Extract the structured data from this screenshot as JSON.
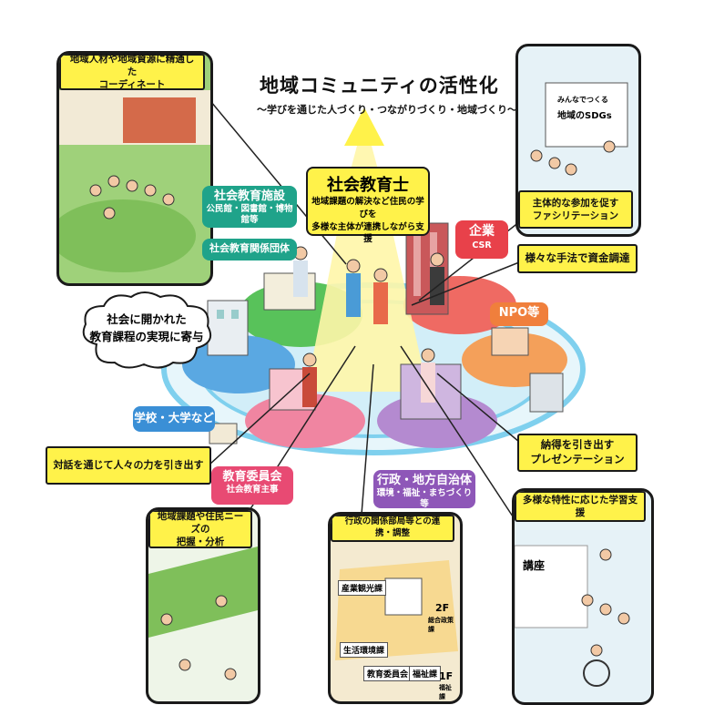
{
  "title": "地域コミュニティの活性化",
  "subtitle": "～学びを通じた人づくり・つながりづくり・地域づくり～",
  "center": {
    "heading": "社会教育士",
    "body_line1": "地域課題の解決など住民の学びを",
    "body_line2": "多様な主体が連携しながら支援"
  },
  "callouts": {
    "coordinator": "地域人材や地域資源に精通した\nコーディネート",
    "facilitation": "主体的な参加を促す\nファシリテーション",
    "funding": "様々な手法で資金調達",
    "presentation": "納得を引き出す\nプレゼンテーション",
    "dialogue": "対話を通じて人々の力を引き出す",
    "needs": "地域課題や住民ニーズの\n把握・分析",
    "admin_link": "行政の関係部局等との連携・調整",
    "learning_support": "多様な特性に応じた学習支援"
  },
  "cloud_text": "社会に開かれた\n教育課程の実現に寄与",
  "labels": {
    "facility": {
      "main": "社会教育施設",
      "sub": "公民館・図書館・博物館等"
    },
    "groups": {
      "main": "社会教育関係団体"
    },
    "company": {
      "main": "企業",
      "sub": "CSR"
    },
    "npo": {
      "main": "NPO等"
    },
    "school": {
      "main": "学校・大学など"
    },
    "board": {
      "main": "教育委員会",
      "sub": "社会教育主事"
    },
    "gov": {
      "main": "行政・地方自治体",
      "sub": "環境・福祉・まちづくり等"
    }
  },
  "panel_text": {
    "sdgs_line1": "みんなでつくる",
    "sdgs_line2": "地域のSDGs",
    "lecture": "講座",
    "dept_tourism": "産業観光課",
    "dept_env": "生活環境課",
    "dept_board": "教育委員会",
    "dept_welfare": "福祉課",
    "floor2": "2F",
    "floor2_sub": "総合政策課",
    "floor1": "1F",
    "floor1_sub": "福祉課"
  },
  "colors": {
    "yellow": "#fff24a",
    "teal": "#1fa38a",
    "red_label": "#e8414a",
    "orange_label": "#f07f3c",
    "blue_label": "#3a8fd6",
    "pink_label": "#e84a73",
    "purple_label": "#8e57b8",
    "green_zone": "#58c25a",
    "red_zone": "#ef6a63",
    "orange_zone": "#f4a05a",
    "blue_zone": "#5aa8e2",
    "pink_zone": "#f085a1",
    "purple_zone": "#b48ad0",
    "ring": "#7fd0ee"
  }
}
